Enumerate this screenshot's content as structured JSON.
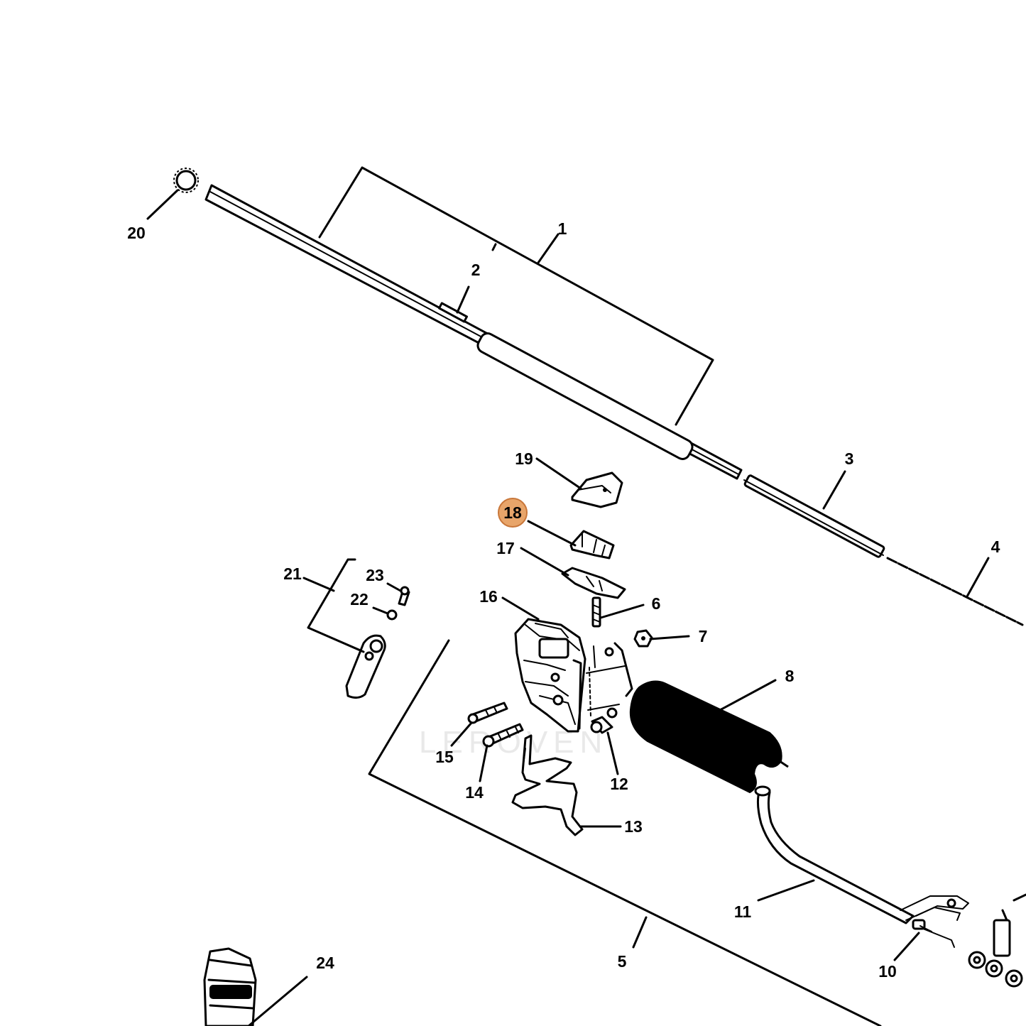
{
  "callouts": [
    {
      "id": "1",
      "text": "1"
    },
    {
      "id": "2",
      "text": "2"
    },
    {
      "id": "3",
      "text": "3"
    },
    {
      "id": "4",
      "text": "4"
    },
    {
      "id": "5",
      "text": "5"
    },
    {
      "id": "6",
      "text": "6"
    },
    {
      "id": "7",
      "text": "7"
    },
    {
      "id": "8",
      "text": "8"
    },
    {
      "id": "10",
      "text": "10"
    },
    {
      "id": "11",
      "text": "11"
    },
    {
      "id": "12",
      "text": "12"
    },
    {
      "id": "13",
      "text": "13"
    },
    {
      "id": "14",
      "text": "14"
    },
    {
      "id": "15",
      "text": "15"
    },
    {
      "id": "16",
      "text": "16"
    },
    {
      "id": "17",
      "text": "17"
    },
    {
      "id": "18",
      "text": "18",
      "highlight": true
    },
    {
      "id": "19",
      "text": "19"
    },
    {
      "id": "20",
      "text": "20"
    },
    {
      "id": "21",
      "text": "21"
    },
    {
      "id": "22",
      "text": "22"
    },
    {
      "id": "23",
      "text": "23"
    },
    {
      "id": "24",
      "text": "24"
    }
  ],
  "watermark": "LEROVEN",
  "colors": {
    "highlight_fill": "#e8a56a",
    "highlight_stroke": "#c9773a",
    "line": "#000000",
    "watermark": "#e9e9e9"
  }
}
